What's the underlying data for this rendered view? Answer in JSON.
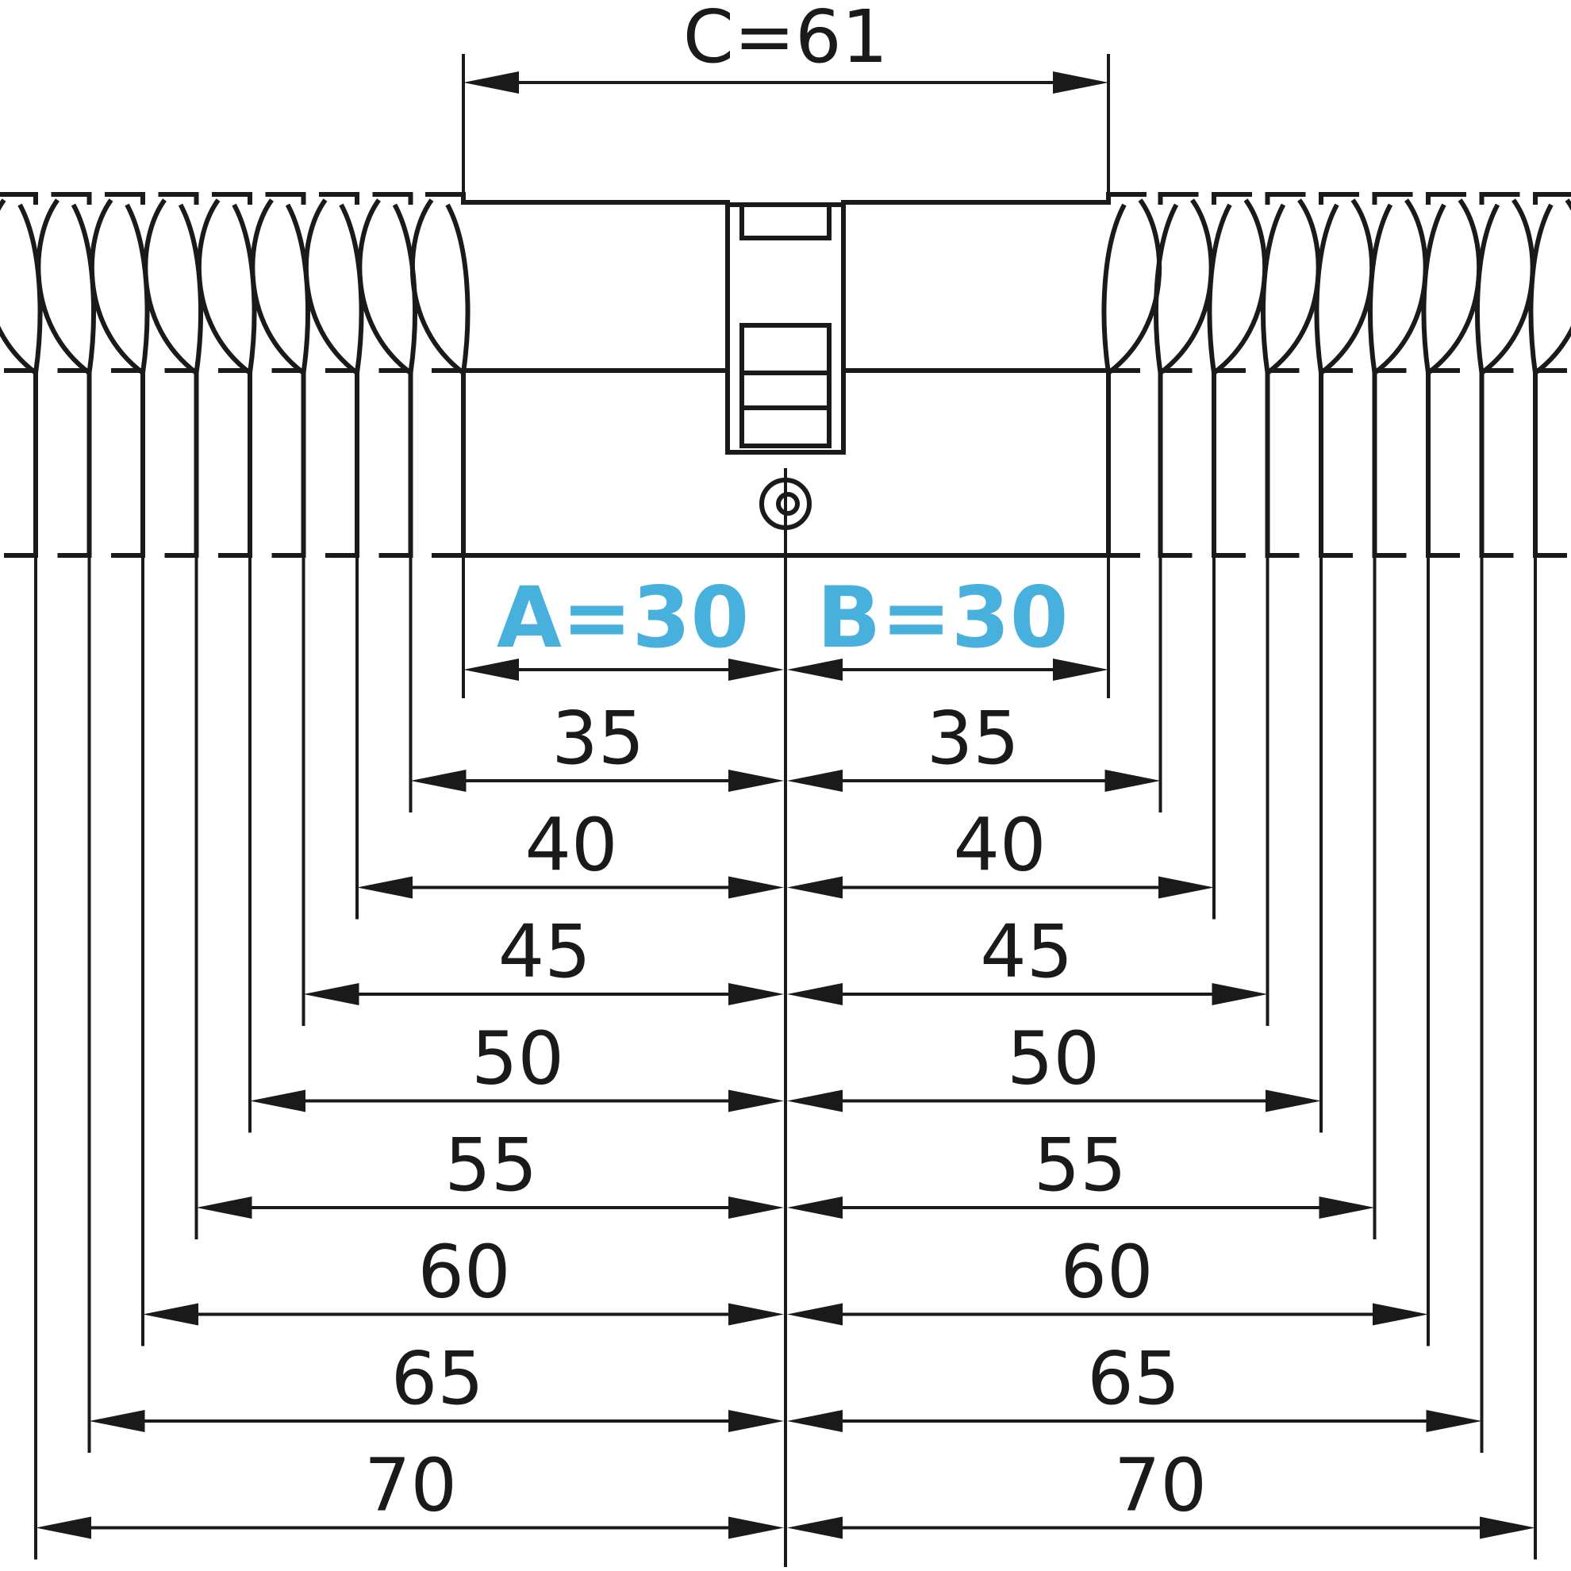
{
  "diagram": {
    "c_label": "C=61",
    "a_label": "A=30",
    "b_label": "B=30",
    "highlight_color": "#47b0dd",
    "ink_color": "#1a1a1a",
    "left_dims": [
      "35",
      "40",
      "45",
      "50",
      "55",
      "60",
      "65",
      "70"
    ],
    "right_dims": [
      "35",
      "40",
      "45",
      "50",
      "55",
      "60",
      "65",
      "70"
    ]
  }
}
